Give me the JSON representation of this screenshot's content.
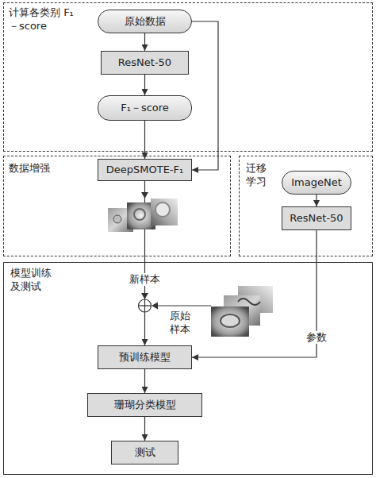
{
  "diagram": {
    "nodes": [
      {
        "text": [
          "计算各类别 F₁－score"
        ]
      },
      {
        "text": [
          "原始数据"
        ],
        "in": 0
      },
      {
        "text": [
          "ResNet-50"
        ],
        "in": 0
      },
      {
        "text": [
          "F₁－score"
        ],
        "in": 0
      },
      {
        "text": [
          "数据增强"
        ]
      },
      {
        "text": [
          "DeepSMOTE-F₁"
        ],
        "in": 4
      },
      {
        "text": [
          "迁移学习"
        ]
      },
      {
        "text": [
          "ImageNet"
        ],
        "in": 6
      },
      {
        "text": [
          "ResNet-50"
        ],
        "in": 6
      },
      {
        "text": [
          "模型训练及测试"
        ]
      },
      {
        "text": [
          "预训练模型"
        ],
        "in": 9
      },
      {
        "text": [
          "珊瑚分类模型"
        ],
        "in": 9
      },
      {
        "text": [
          "测试"
        ],
        "in": 9
      }
    ],
    "edges": [
      {
        "from": 1,
        "to": 2,
        "arrow": "to"
      },
      {
        "from": 2,
        "to": 3,
        "arrow": "to"
      },
      {
        "from": 3,
        "to": 5,
        "arrow": "to"
      },
      {
        "from": 1,
        "to": 5,
        "arrow": "to"
      },
      {
        "from": 5,
        "to": 10,
        "label": "新样本",
        "arrow": "to"
      },
      {
        "from": 7,
        "to": 8,
        "arrow": "to"
      },
      {
        "from": 8,
        "to": 10,
        "label": "参数",
        "arrow": "to"
      },
      {
        "from": 10,
        "to": 11,
        "arrow": "to"
      },
      {
        "from": 11,
        "to": 12,
        "arrow": "to"
      }
    ],
    "labels": [
      "原始样本"
    ]
  }
}
